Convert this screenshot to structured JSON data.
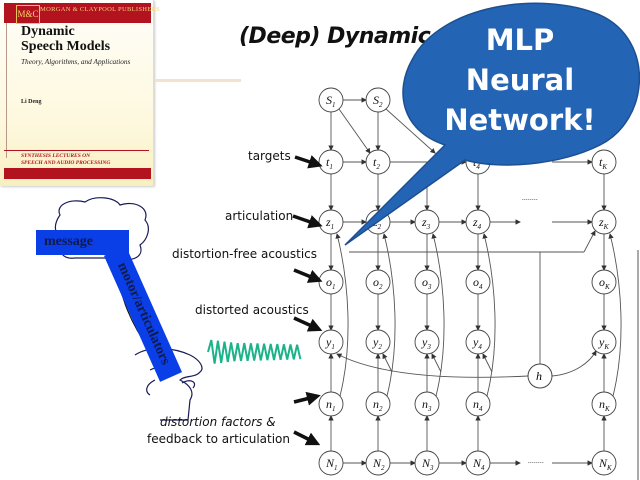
{
  "book": {
    "publisher": "MORGAN & CLAYPOOL PUBLISHERS",
    "logo": "M&C",
    "title_line1": "Dynamic",
    "title_line2": "Speech Models",
    "subtitle": "Theory, Algorithms, and Applications",
    "author": "Li Deng",
    "series_line1": "SYNTHESIS LECTURES ON",
    "series_line2": "SPEECH AND AUDIO PROCESSING",
    "accent_color": "#b3121f"
  },
  "slide": {
    "title": "(Deep) Dynamic"
  },
  "callout": {
    "lines": [
      "MLP",
      "Neural",
      "Network!"
    ],
    "color": "#2464b4"
  },
  "sketch": {
    "message_label": "message",
    "motor_label": "motor/articulators",
    "box_color": "#0a3fe8",
    "waveform_color": "#1db38a"
  },
  "row_labels": {
    "targets": "targets",
    "articulation": "articulation",
    "distortion_free": "distortion-free acoustics",
    "distorted": "distorted acoustics",
    "factors_line1": "distortion factors &",
    "factors_line2": "feedback to articulation"
  },
  "graph": {
    "rows": {
      "S": [
        "S1",
        "S2"
      ],
      "t": [
        "t1",
        "t2",
        "t4",
        "tK"
      ],
      "z": [
        "z1",
        "z2",
        "z3",
        "z4",
        "zK"
      ],
      "o": [
        "o1",
        "o2",
        "o3",
        "o4",
        "oK"
      ],
      "y": [
        "y1",
        "y2",
        "y3",
        "y4",
        "yK"
      ],
      "n": [
        "n1",
        "n2",
        "n3",
        "n4",
        "nK"
      ],
      "N": [
        "N1",
        "N2",
        "N3",
        "N4",
        "NK"
      ]
    },
    "h_node": "h",
    "ellipsis": "........"
  }
}
